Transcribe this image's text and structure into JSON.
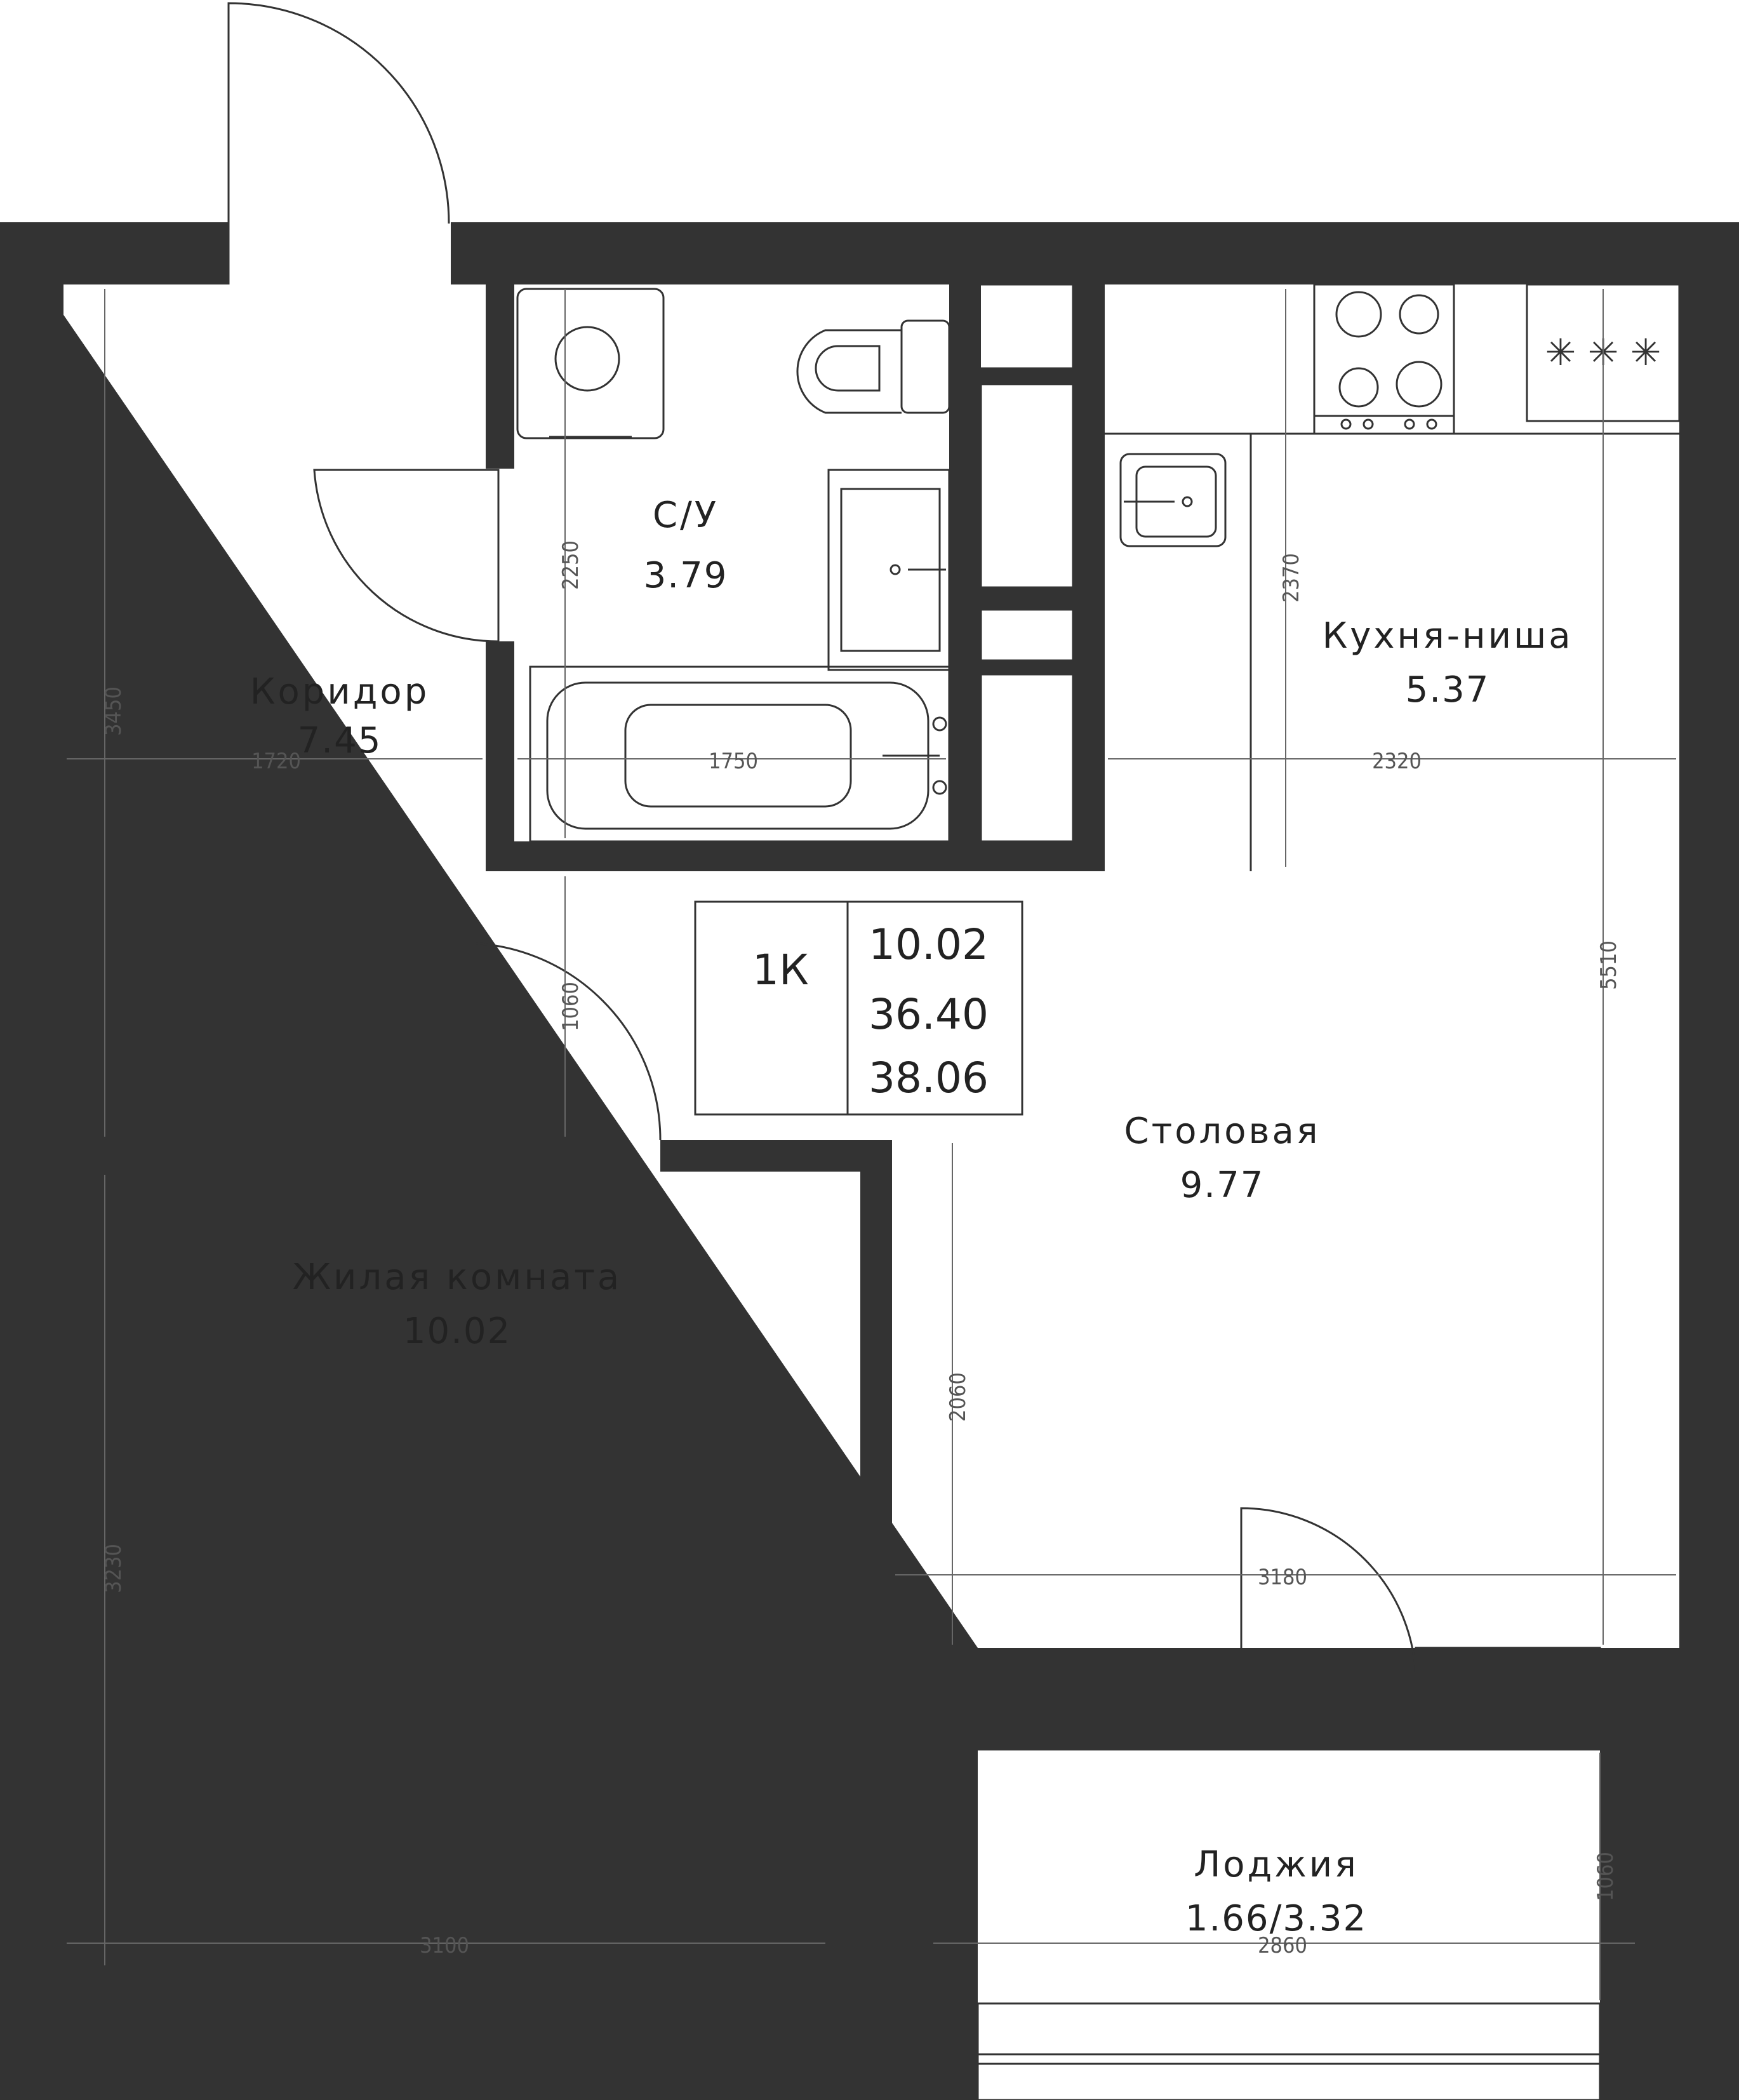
{
  "rooms": {
    "corridor": {
      "name": "Коридор",
      "area": "7.45"
    },
    "bathroom": {
      "name": "С/У",
      "area": "3.79"
    },
    "kitchen": {
      "name": "Кухня-ниша",
      "area": "5.37"
    },
    "dining": {
      "name": "Столовая",
      "area": "9.77"
    },
    "living": {
      "name": "Жилая комната",
      "area": "10.02"
    },
    "loggia": {
      "name": "Лоджия",
      "area": "1.66/3.32"
    }
  },
  "summary": {
    "type": "1К",
    "living_area": "10.02",
    "total_area": "36.40",
    "area_with_loggia": "38.06"
  },
  "dimensions": {
    "corridor_width": "1720",
    "corridor_height": "3450",
    "bath_width": "1750",
    "bath_height": "2250",
    "opening_height": "1060",
    "kitchen_width": "2320",
    "kitchen_height": "2370",
    "right_height": "5510",
    "dining_height": "2060",
    "dining_width": "3180",
    "living_height": "3230",
    "living_width": "3100",
    "loggia_width": "2860",
    "loggia_height": "1060"
  },
  "colors": {
    "wall": "#333333",
    "line": "#333333",
    "dimension": "#666666",
    "background": "#ffffff"
  },
  "icons": [
    "washing-machine-icon",
    "toilet-icon",
    "sink-icon",
    "bathtub-icon",
    "stove-icon",
    "kitchen-sink-icon",
    "door-swing-icon",
    "window-icon"
  ]
}
